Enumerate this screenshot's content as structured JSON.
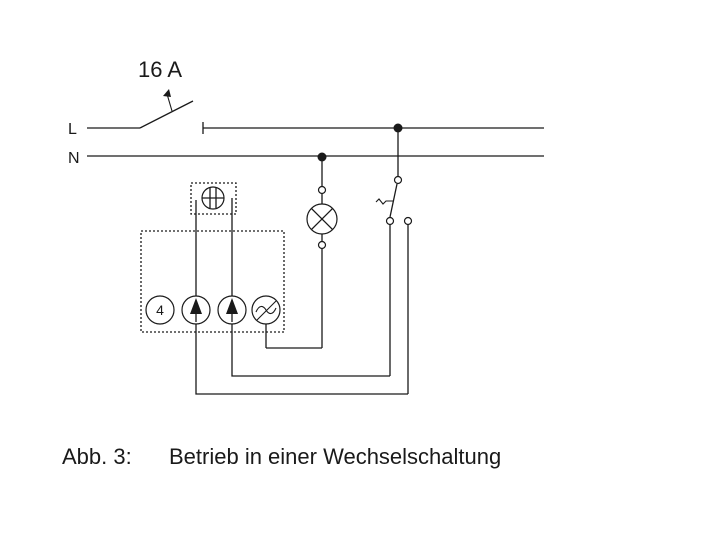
{
  "diagram": {
    "breaker_rating": "16 A",
    "line_label": "L",
    "neutral_label": "N",
    "channel_number": "4"
  },
  "caption": {
    "number": "Abb. 3:",
    "text": "Betrieb in einer Wechselschaltung"
  }
}
